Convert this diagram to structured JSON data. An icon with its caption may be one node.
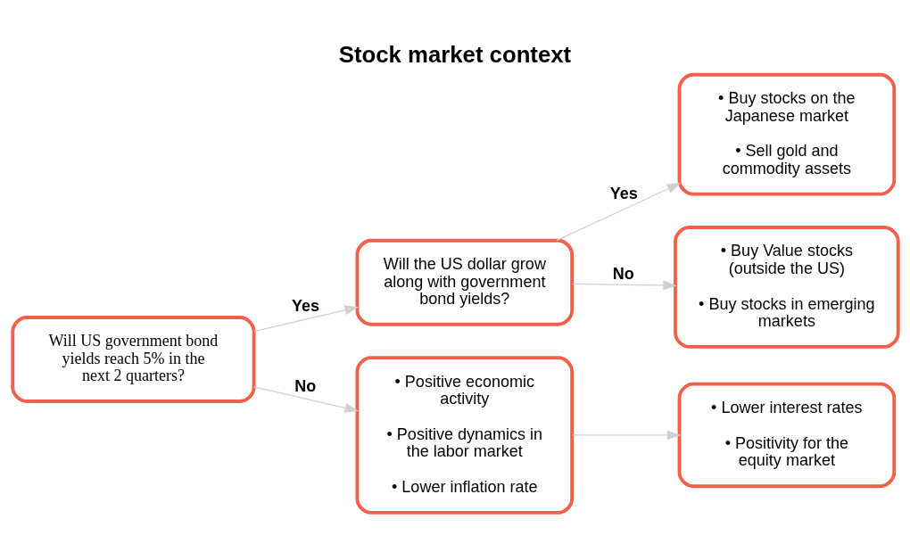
{
  "diagram": {
    "title": "Stock market context",
    "nodes": [
      {
        "text": [
          "Will US government bond yields reach 5% in the next 2 quarters?"
        ]
      },
      {
        "text": [
          "Will the US dollar grow along with government bond yields?"
        ]
      },
      {
        "text": [
          "• Positive economic activity",
          "• Positive dynamics in the labor market",
          "• Lower inflation rate"
        ]
      },
      {
        "text": [
          "• Buy stocks on the Japanese market",
          "• Sell gold and commodity assets"
        ]
      },
      {
        "text": [
          "• Buy Value stocks (outside the US)",
          "• Buy stocks in emerging markets"
        ]
      },
      {
        "text": [
          "• Lower interest rates",
          "• Positivity for the equity market"
        ]
      }
    ],
    "edges": [
      {
        "from": 0,
        "to": 1,
        "arrow": "to",
        "label": "Yes"
      },
      {
        "from": 0,
        "to": 2,
        "arrow": "to",
        "label": "No"
      },
      {
        "from": 1,
        "to": 3,
        "arrow": "to",
        "label": "Yes"
      },
      {
        "from": 1,
        "to": 4,
        "arrow": "to",
        "label": "No"
      },
      {
        "from": 2,
        "to": 5,
        "arrow": "to"
      }
    ]
  }
}
